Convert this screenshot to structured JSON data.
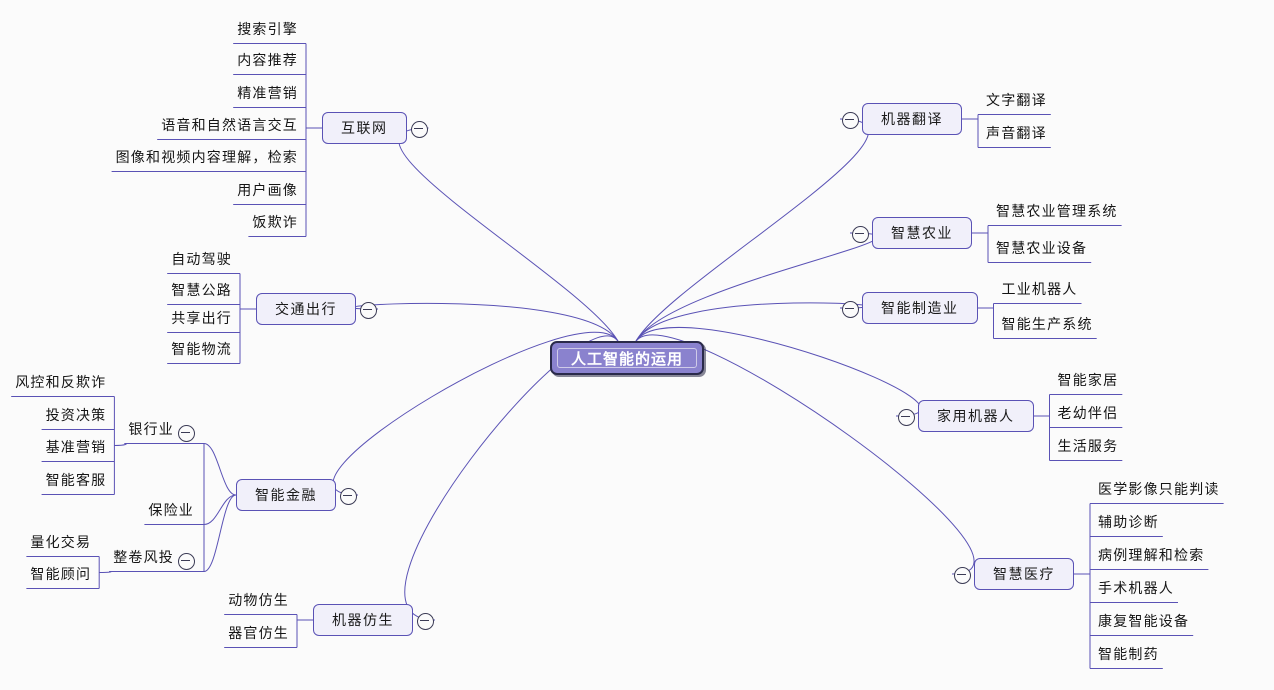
{
  "meta": {
    "title": "人工智能的运用",
    "background": "#fbfbfb",
    "line_color": "#5a52b5",
    "root_fill": "#8a82ce",
    "root_border": "#2a2a4a",
    "node_fill": "#f1f0fa",
    "node_border": "#5a52b5",
    "toggle_icon": "collapse-minus-icon"
  },
  "root": {
    "label": "人工智能的运用"
  },
  "left_branches": [
    {
      "label": "互联网",
      "toggle": true,
      "children": [
        {
          "label": "搜索引擎"
        },
        {
          "label": "内容推荐"
        },
        {
          "label": "精准营销"
        },
        {
          "label": "语音和自然语言交互"
        },
        {
          "label": "图像和视频内容理解，检索"
        },
        {
          "label": "用户画像"
        },
        {
          "label": "饭欺诈"
        }
      ]
    },
    {
      "label": "交通出行",
      "toggle": true,
      "children": [
        {
          "label": "自动驾驶"
        },
        {
          "label": "智慧公路"
        },
        {
          "label": "共享出行"
        },
        {
          "label": "智能物流"
        }
      ]
    },
    {
      "label": "智能金融",
      "toggle": true,
      "children": [
        {
          "label": "银行业",
          "toggle": true,
          "children": [
            {
              "label": "风控和反欺诈"
            },
            {
              "label": "投资决策"
            },
            {
              "label": "基准营销"
            },
            {
              "label": "智能客服"
            }
          ]
        },
        {
          "label": "保险业",
          "toggle": false,
          "children": []
        },
        {
          "label": "整卷风投",
          "toggle": true,
          "children": [
            {
              "label": "量化交易"
            },
            {
              "label": "智能顾问"
            }
          ]
        }
      ]
    },
    {
      "label": "机器仿生",
      "toggle": true,
      "children": [
        {
          "label": "动物仿生"
        },
        {
          "label": "器官仿生"
        }
      ]
    }
  ],
  "right_branches": [
    {
      "label": "机器翻译",
      "toggle": true,
      "children": [
        {
          "label": "文字翻译"
        },
        {
          "label": "声音翻译"
        }
      ]
    },
    {
      "label": "智慧农业",
      "toggle": true,
      "children": [
        {
          "label": "智慧农业管理系统"
        },
        {
          "label": "智慧农业设备"
        }
      ]
    },
    {
      "label": "智能制造业",
      "toggle": true,
      "children": [
        {
          "label": "工业机器人"
        },
        {
          "label": "智能生产系统"
        }
      ]
    },
    {
      "label": "家用机器人",
      "toggle": true,
      "children": [
        {
          "label": "智能家居"
        },
        {
          "label": "老幼伴侣"
        },
        {
          "label": "生活服务"
        }
      ]
    },
    {
      "label": "智慧医疗",
      "toggle": true,
      "children": [
        {
          "label": "医学影像只能判读"
        },
        {
          "label": "辅助诊断"
        },
        {
          "label": "病例理解和检索"
        },
        {
          "label": "手术机器人"
        },
        {
          "label": "康复智能设备"
        },
        {
          "label": "智能制药"
        }
      ]
    }
  ]
}
